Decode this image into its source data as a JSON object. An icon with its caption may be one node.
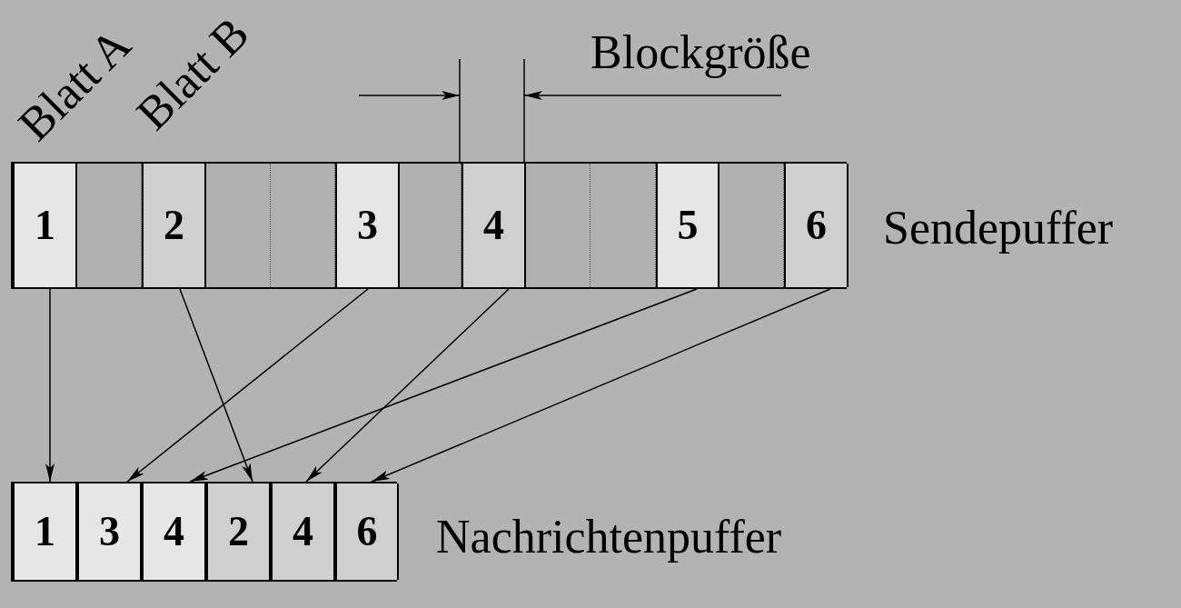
{
  "diagram": {
    "nodes": [
      {
        "text": [],
        "shape": "bar",
        "beside": [
          "Sendepuffer"
        ]
      },
      {
        "text": [
          "1"
        ],
        "in": 0
      },
      {
        "text": [],
        "shape": "box",
        "in": 0
      },
      {
        "text": [
          "2"
        ],
        "in": 0
      },
      {
        "text": [],
        "shape": "box",
        "in": 0
      },
      {
        "text": [],
        "shape": "box",
        "in": 0
      },
      {
        "text": [
          "3"
        ],
        "in": 0
      },
      {
        "text": [],
        "shape": "box",
        "in": 0
      },
      {
        "text": [
          "4"
        ],
        "in": 0
      },
      {
        "text": [],
        "shape": "box",
        "in": 0
      },
      {
        "text": [],
        "shape": "box",
        "in": 0
      },
      {
        "text": [
          "5"
        ],
        "in": 0
      },
      {
        "text": [],
        "shape": "box",
        "in": 0
      },
      {
        "text": [
          "6"
        ],
        "in": 0
      },
      {
        "text": [],
        "shape": "bar",
        "beside": [
          "Nachrichtenpuffer"
        ]
      },
      {
        "text": [
          "1"
        ],
        "in": 14
      },
      {
        "text": [
          "3"
        ],
        "in": 14
      },
      {
        "text": [
          "4"
        ],
        "in": 14
      },
      {
        "text": [
          "2"
        ],
        "in": 14
      },
      {
        "text": [
          "4"
        ],
        "in": 14
      },
      {
        "text": [
          "6"
        ],
        "in": 14
      }
    ],
    "edges": [
      {
        "from": 1,
        "to": 15,
        "arrow": "to"
      },
      {
        "from": 3,
        "to": 18,
        "arrow": "to"
      },
      {
        "from": 6,
        "to": 16,
        "arrow": "to"
      },
      {
        "from": 8,
        "to": 19,
        "arrow": "to"
      },
      {
        "from": 11,
        "to": 17,
        "arrow": "to"
      },
      {
        "from": 13,
        "to": 20,
        "arrow": "to"
      }
    ],
    "labels": [
      "Blatt A",
      "Blatt B",
      "Blockgröße"
    ]
  }
}
